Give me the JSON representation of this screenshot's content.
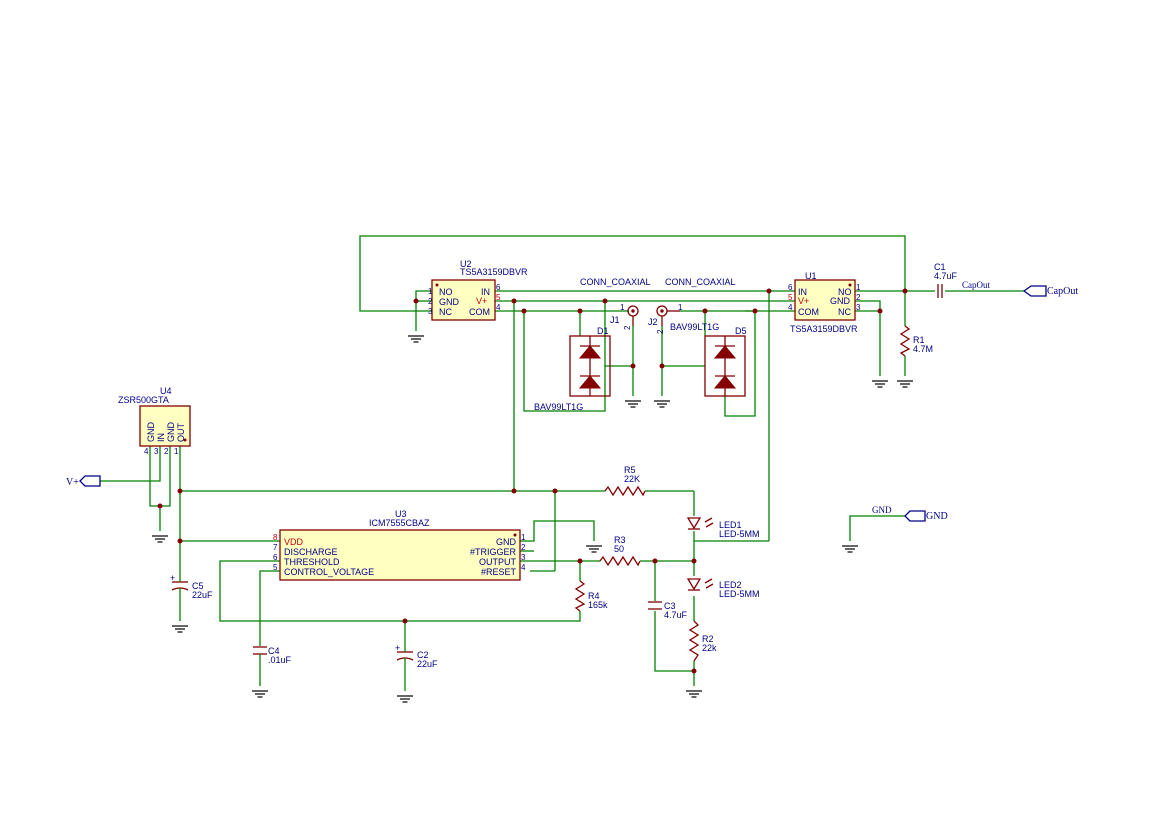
{
  "components": {
    "u1": {
      "ref": "U1",
      "value": "TS5A3159DBVR",
      "pins": {
        "in": "IN",
        "vplus": "V+",
        "com": "COM",
        "no": "NO",
        "gnd": "GND",
        "nc": "NC"
      },
      "pin_numbers": [
        "6",
        "5",
        "4",
        "1",
        "2",
        "3"
      ]
    },
    "u2": {
      "ref": "U2",
      "value": "TS5A3159DBVR",
      "pins": {
        "no": "NO",
        "gnd": "GND",
        "nc": "NC",
        "in": "IN",
        "vplus": "V+",
        "com": "COM"
      },
      "pin_numbers": [
        "1",
        "2",
        "3",
        "6",
        "5",
        "4"
      ]
    },
    "u3": {
      "ref": "U3",
      "value": "ICM7555CBAZ",
      "pins": {
        "vdd": "VDD",
        "discharge": "DISCHARGE",
        "threshold": "THRESHOLD",
        "control_voltage": "CONTROL_VOLTAGE",
        "gnd": "GND",
        "trigger": "#TRIGGER",
        "output": "OUTPUT",
        "reset": "#RESET"
      },
      "pin_numbers": [
        "8",
        "7",
        "6",
        "5",
        "1",
        "2",
        "3",
        "4"
      ]
    },
    "u4": {
      "ref": "U4",
      "value": "ZSR500GTA",
      "pins": {
        "gnd1": "GND",
        "in": "IN",
        "gnd2": "GND",
        "out": "OUT"
      },
      "pin_numbers": [
        "4",
        "3",
        "2",
        "1"
      ]
    },
    "j1": {
      "ref": "J1",
      "value": "CONN_COAXIAL",
      "pin1": "1",
      "pin2": "2"
    },
    "j2": {
      "ref": "J2",
      "value": "CONN_COAXIAL",
      "pin1": "1",
      "pin2": "2"
    },
    "d1": {
      "ref": "D1",
      "value": "BAV99LT1G"
    },
    "d5": {
      "ref": "D5",
      "value": "BAV99LT1G"
    },
    "c1": {
      "ref": "C1",
      "value": "4.7uF"
    },
    "c2": {
      "ref": "C2",
      "value": "22uF"
    },
    "c3": {
      "ref": "C3",
      "value": "4.7uF"
    },
    "c4": {
      "ref": "C4",
      "value": ".01uF"
    },
    "c5": {
      "ref": "C5",
      "value": "22uF"
    },
    "r1": {
      "ref": "R1",
      "value": "4.7M"
    },
    "r2": {
      "ref": "R2",
      "value": "22k"
    },
    "r3": {
      "ref": "R3",
      "value": "50"
    },
    "r4": {
      "ref": "R4",
      "value": "165k"
    },
    "r5": {
      "ref": "R5",
      "value": "22K"
    },
    "led1": {
      "ref": "LED1",
      "value": "LED-5MM"
    },
    "led2": {
      "ref": "LED2",
      "value": "LED-5MM"
    }
  },
  "nets": {
    "capout_label": "CapOut",
    "capout_port": "CapOut",
    "vplus_port": "V+",
    "gnd_label": "GND",
    "gnd_port": "GND"
  },
  "colors": {
    "wire": "#008400",
    "body": "#840000",
    "body_fill": "#ffffc2",
    "text": "#000084",
    "power_pin": "#c40000"
  }
}
